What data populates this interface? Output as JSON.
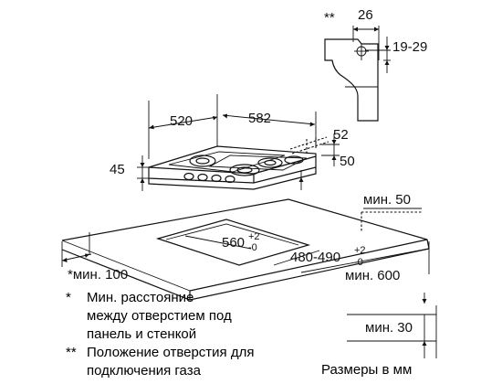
{
  "connector": {
    "marker": "**",
    "width": "26",
    "height_range": "19-29"
  },
  "hob": {
    "depth": "520",
    "width": "582",
    "rear_offset": "52",
    "side_offset": "50",
    "height": "45"
  },
  "cutout": {
    "width_label": "560",
    "width_tol_plus": "+2",
    "width_tol_minus": "-0",
    "depth_label": "480-490",
    "depth_tol_plus": "+2",
    "depth_tol_minus": "-0",
    "min_rear": "мин. 50",
    "min_front": "мин. 600",
    "min_side": "мин. 30",
    "min_wall": "*мин. 100"
  },
  "notes": [
    {
      "marker": "*",
      "text_line1": "Мин. расстояние",
      "text_line2": "между отверстием под",
      "text_line3": "панель и стенкой"
    },
    {
      "marker": "**",
      "text_line1": "Положение отверстия для",
      "text_line2": "подключения газа"
    }
  ],
  "units_caption": "Размеры в мм"
}
